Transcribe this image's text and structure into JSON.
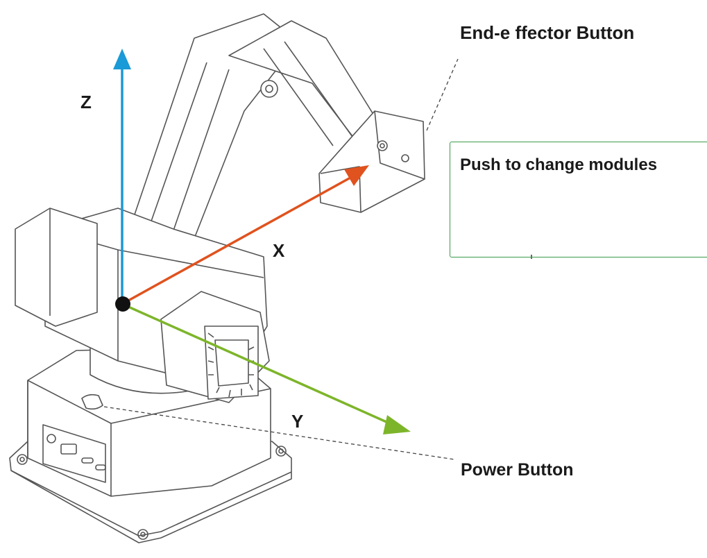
{
  "labels": {
    "end_effector_button": "End-e ffector Button",
    "push_to_change": "Push to change modules",
    "power_button": "Power Button"
  },
  "axes": {
    "z": "Z",
    "x": "X",
    "y": "Y"
  },
  "colors": {
    "z_axis": "#1a9ad6",
    "x_axis": "#e0521e",
    "y_axis": "#7db52a",
    "outline": "#555555",
    "callout_border": "#3a9a4a"
  }
}
